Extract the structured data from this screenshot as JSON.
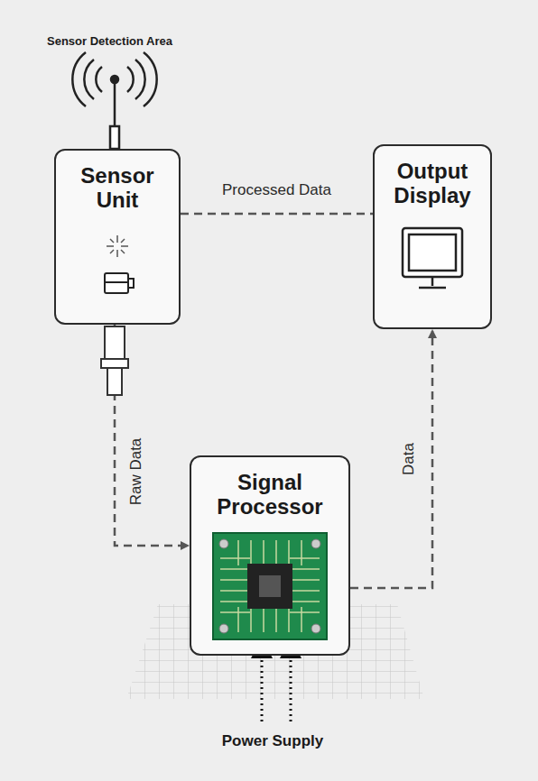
{
  "diagram": {
    "nodes": [
      {
        "text": [
          "Sensor Unit"
        ]
      },
      {
        "text": [
          "Output Display"
        ]
      },
      {
        "text": [
          "Signal Processor"
        ]
      }
    ],
    "edges": [
      {
        "from": 0,
        "to": 1,
        "label": "Processed Data",
        "arrow": "none"
      },
      {
        "from": 0,
        "to": 2,
        "label": "Raw Data",
        "arrow": "to"
      },
      {
        "from": 2,
        "to": 1,
        "label": "Data",
        "arrow": "to"
      }
    ],
    "labels": [
      "Sensor Detection Area",
      "Power Supply"
    ]
  }
}
